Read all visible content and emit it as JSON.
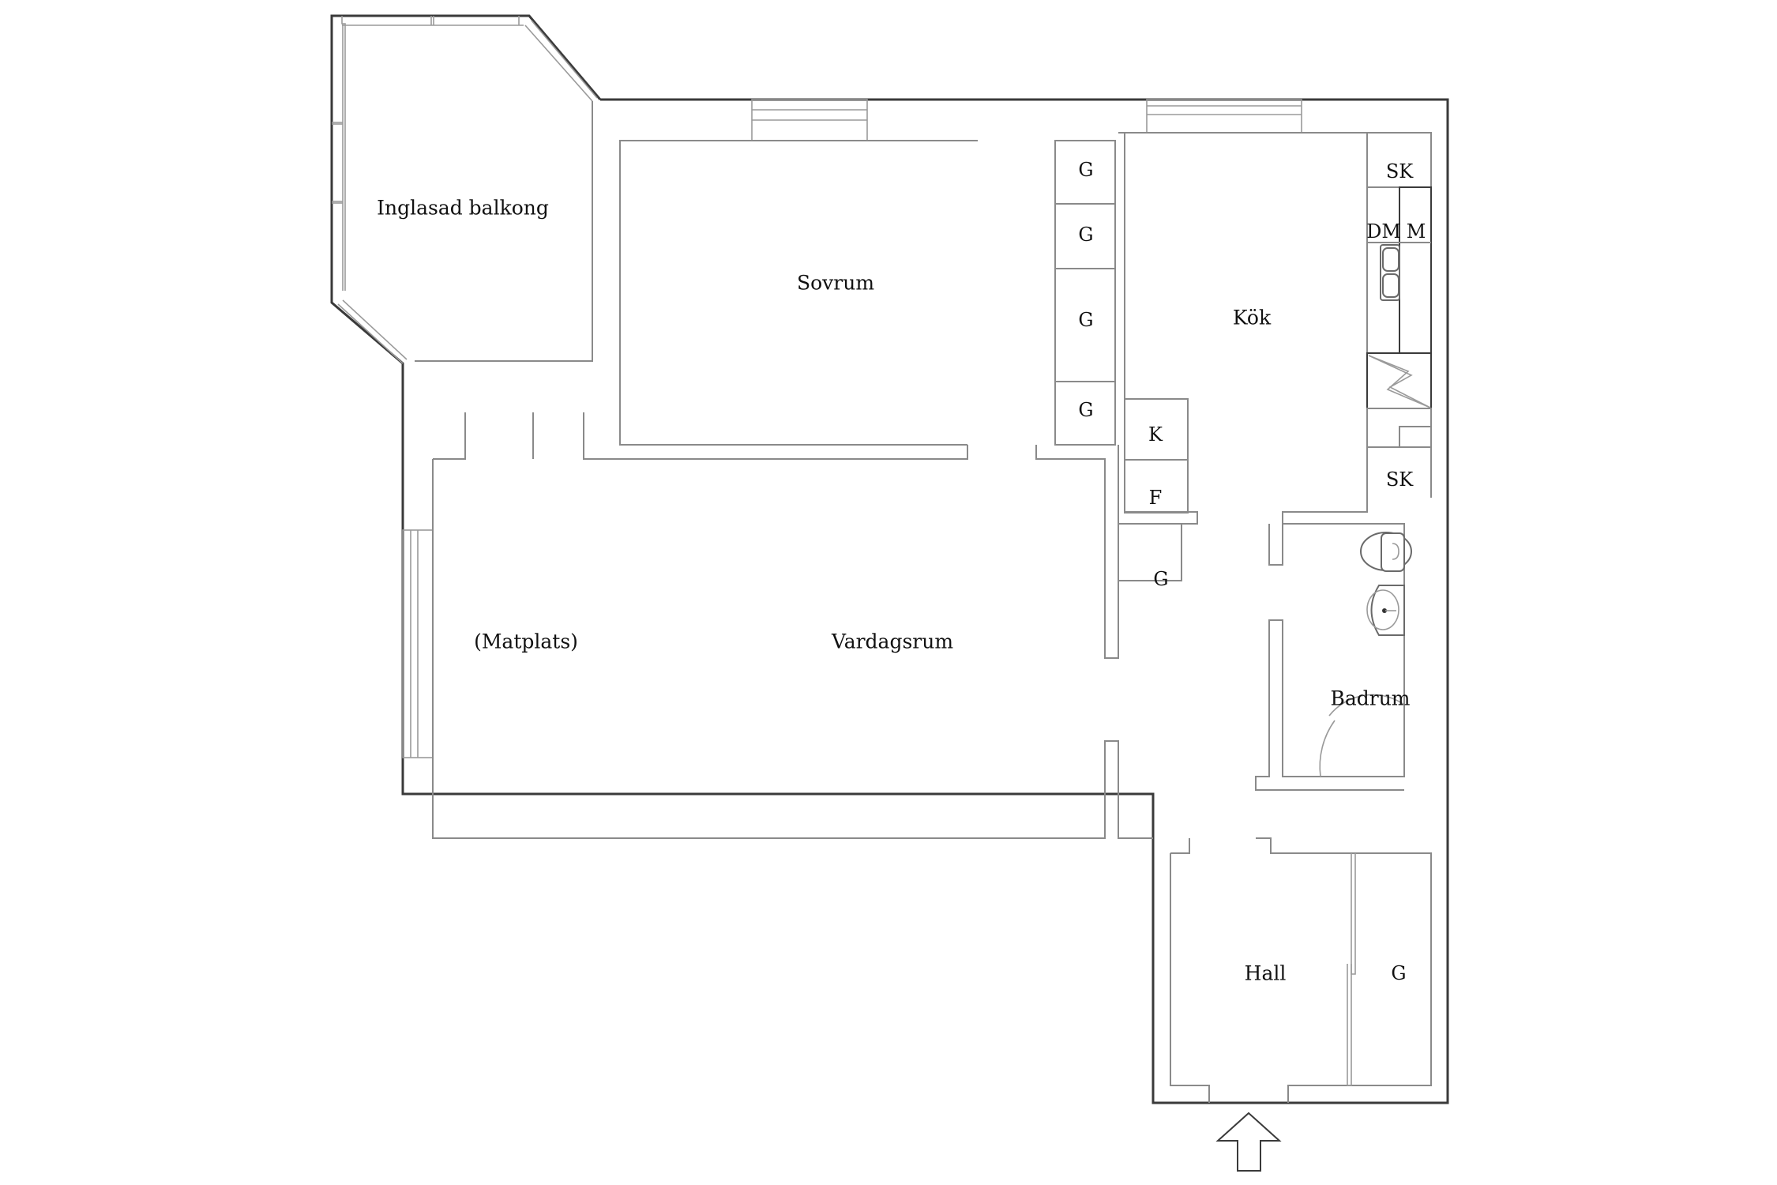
{
  "floorplan": {
    "rooms": [
      {
        "id": "balcony",
        "label": "Inglasad balkong"
      },
      {
        "id": "bedroom",
        "label": "Sovrum"
      },
      {
        "id": "kitchen",
        "label": "Kök"
      },
      {
        "id": "dining",
        "label": "(Matplats)"
      },
      {
        "id": "living",
        "label": "Vardagsrum"
      },
      {
        "id": "bathroom",
        "label": "Badrum"
      },
      {
        "id": "hall",
        "label": "Hall"
      }
    ],
    "units": {
      "bedroom_wardrobes": [
        "G",
        "G",
        "G",
        "G"
      ],
      "kitchen_top_cabinet": "SK",
      "dishwasher": "DM",
      "microwave": "M",
      "kitchen_bottom_cabinet": "SK",
      "fridge": "K",
      "freezer": "F",
      "hall_wardrobe_upper": "G",
      "hall_closet": "G"
    },
    "entrance_arrow": "entrance-arrow",
    "line_color_outer": "#3a3a3a",
    "line_color_inner": "#8a8a8a"
  }
}
